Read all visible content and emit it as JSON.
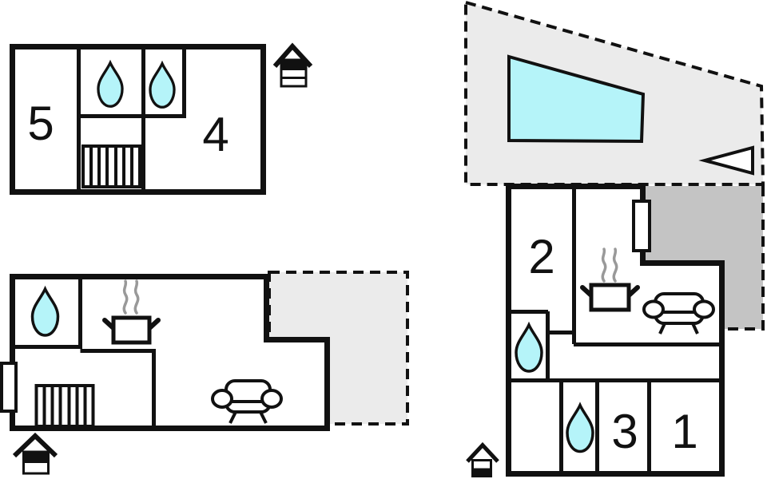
{
  "colors": {
    "wall": "#111111",
    "water": "#b5f4f9",
    "terrace_light": "#ebebeb",
    "terrace_dark": "#c4c4c4",
    "steam": "#999999"
  },
  "plans": {
    "top_left": {
      "room_labels": [
        "5",
        "4"
      ]
    },
    "bottom_left": {
      "room_labels": []
    },
    "right": {
      "room_labels": [
        "2",
        "3",
        "1"
      ]
    }
  },
  "icons": [
    "water-drop-icon",
    "stairs-icon",
    "stove-icon",
    "sofa-icon",
    "window-icon",
    "pool-icon",
    "direction-arrow-icon",
    "floor-level-icon"
  ]
}
